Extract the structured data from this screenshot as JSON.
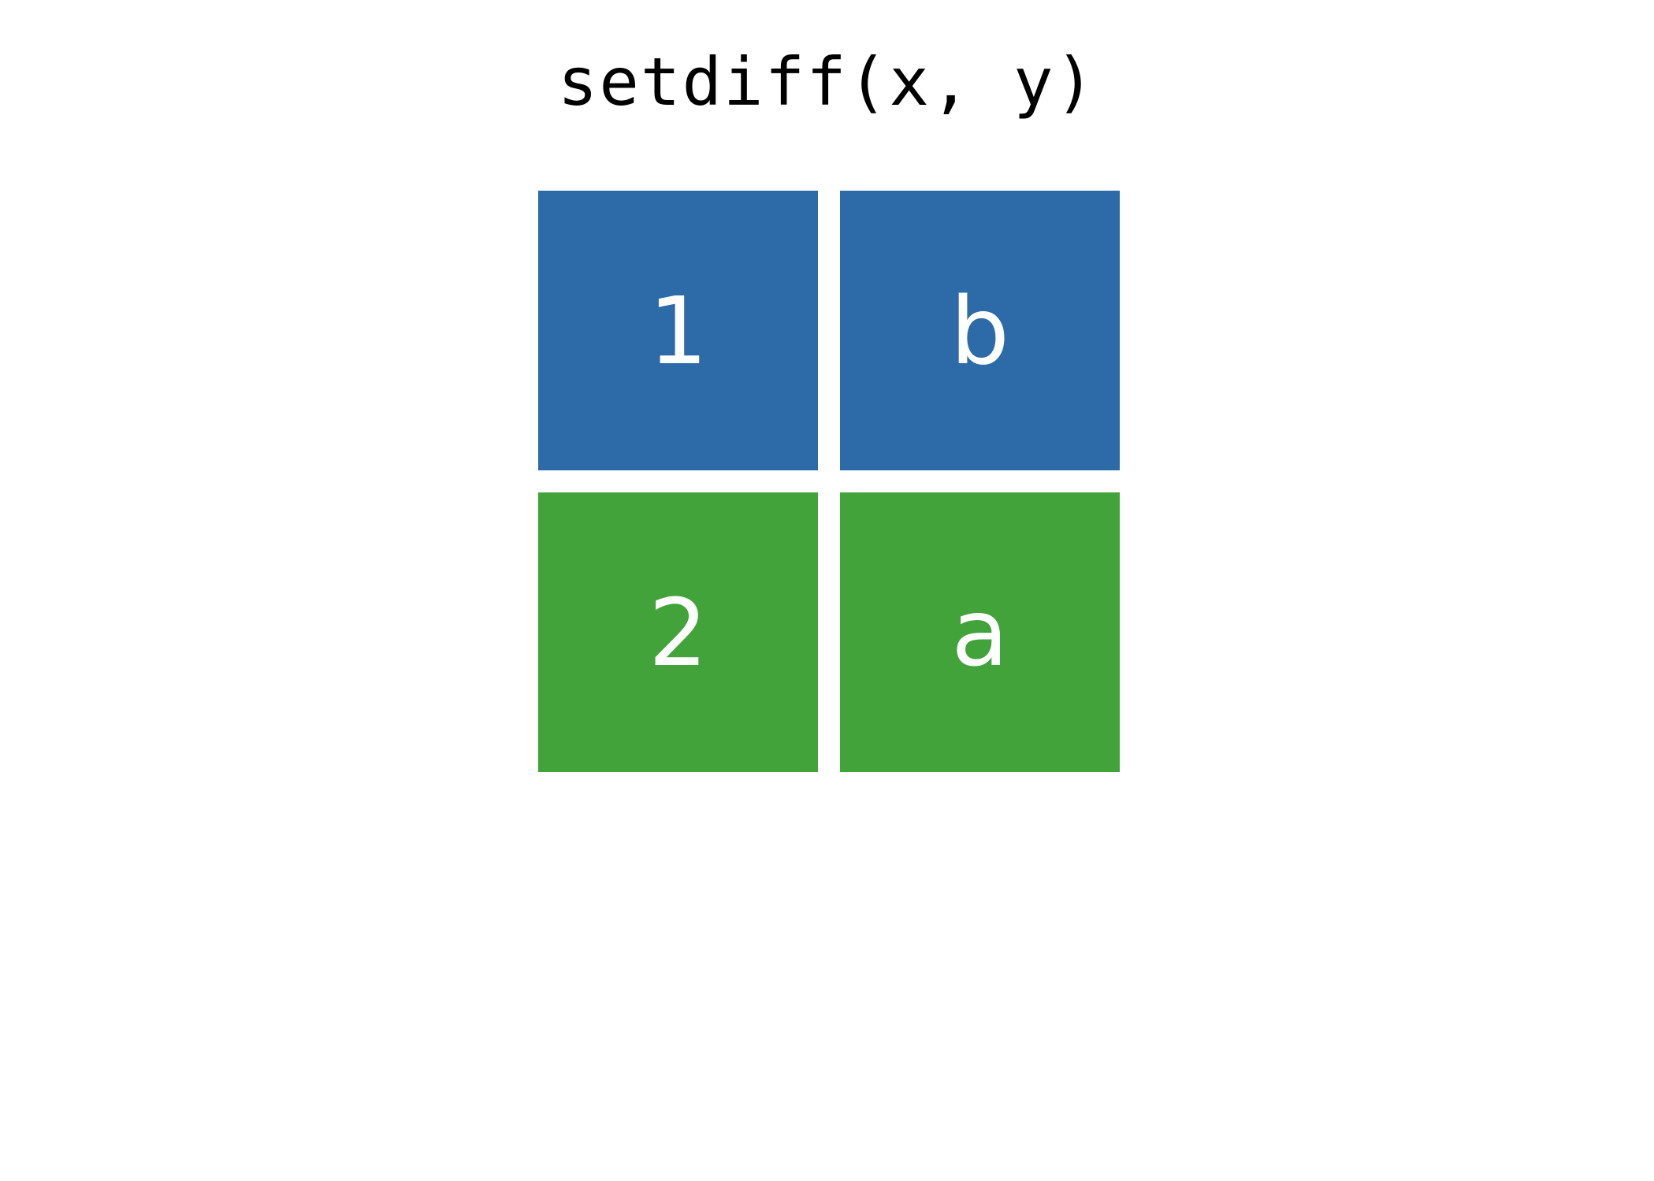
{
  "title": "setdiff(x, y)",
  "colors": {
    "row1": "#2c6aa8",
    "row2": "#42a33a",
    "text": "#ffffff",
    "title": "#000000"
  },
  "rows": [
    {
      "cells": [
        "1",
        "b"
      ]
    },
    {
      "cells": [
        "2",
        "a"
      ]
    }
  ]
}
